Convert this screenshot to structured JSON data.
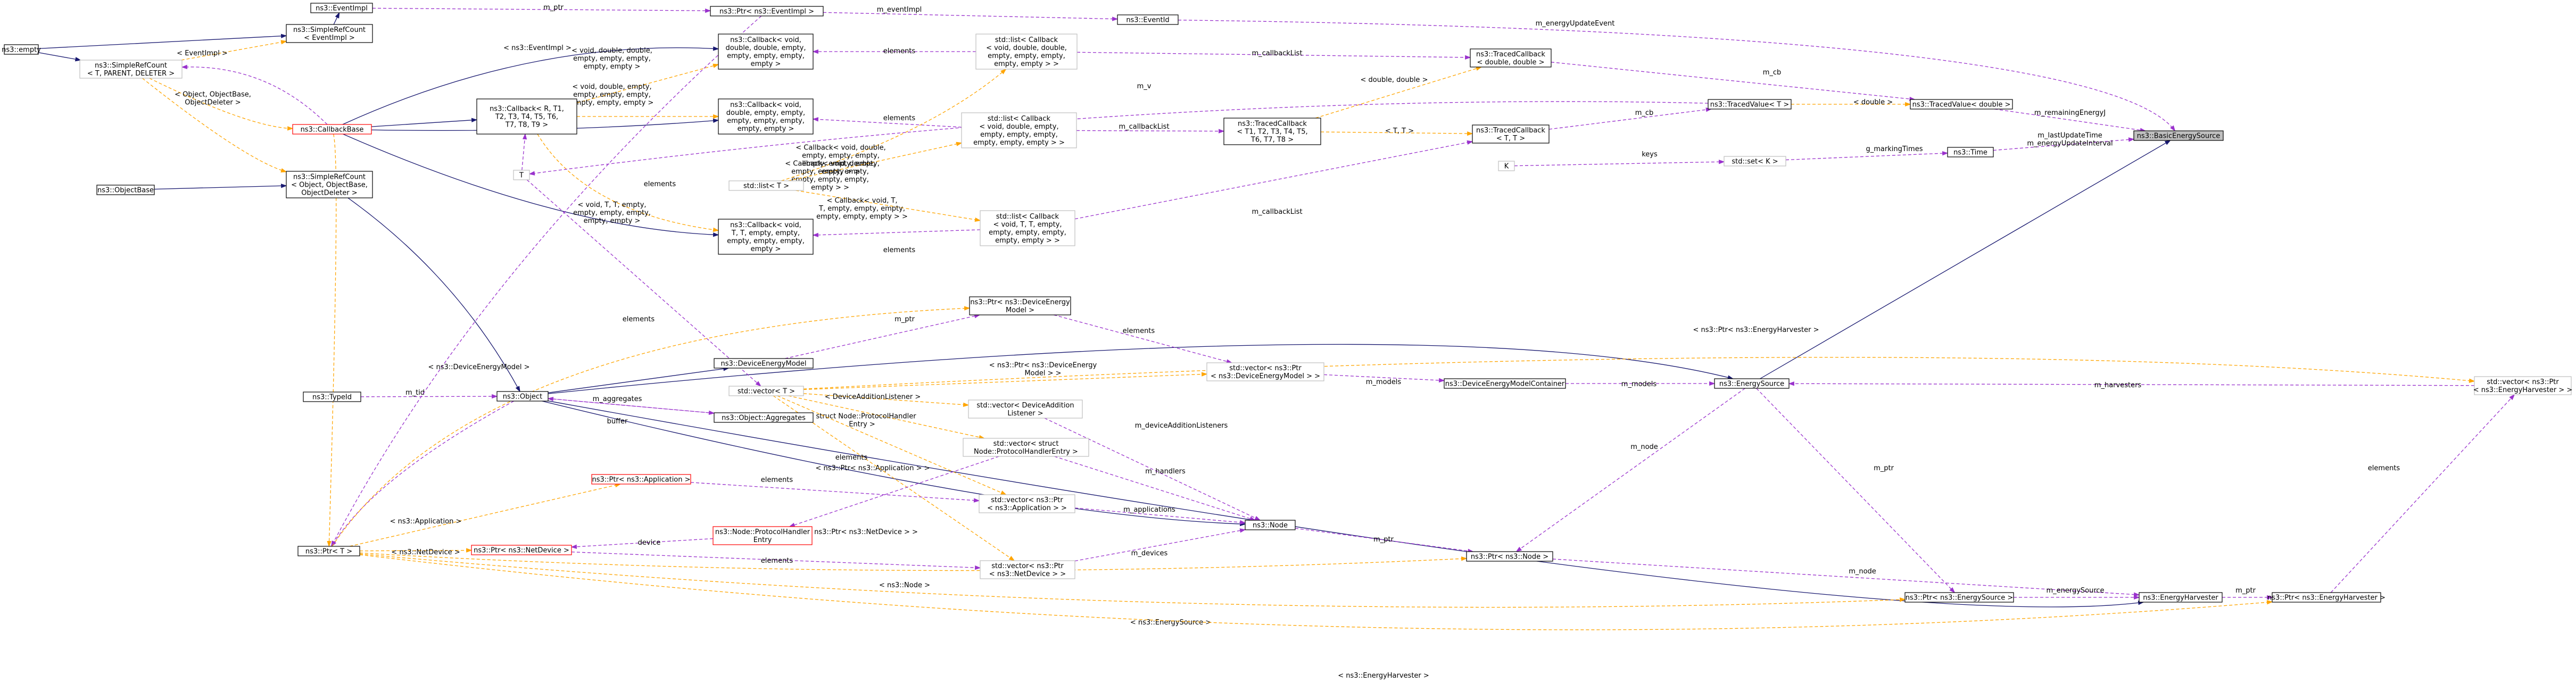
{
  "colors": {
    "inheritance": "#191970",
    "usage": "#9a32cd",
    "template": "#ffa500",
    "target_fill": "#bfbfbf",
    "red_border": "#ff0000",
    "gray_border": "#bfbfbf"
  },
  "nodes": {
    "empty": [
      "ns3::empty"
    ],
    "eventimpl": [
      "ns3::EventImpl"
    ],
    "refcount_eventimpl": [
      "ns3::SimpleRefCount",
      "< EventImpl >"
    ],
    "refcount_tpd": [
      "ns3::SimpleRefCount",
      "< T, PARENT, DELETER >"
    ],
    "callbackbase": [
      "ns3::CallbackBase"
    ],
    "objectbase": [
      "ns3::ObjectBase"
    ],
    "refcount_object": [
      "ns3::SimpleRefCount",
      "< Object, ObjectBase,",
      "ObjectDeleter >"
    ],
    "typeid": [
      "ns3::TypeId"
    ],
    "ptr_eventimpl": [
      "ns3::Ptr< ns3::EventImpl >"
    ],
    "eventid": [
      "ns3::EventId"
    ],
    "cb_double_double": [
      "ns3::Callback< void,",
      "double, double, empty,",
      "empty, empty, empty,",
      "empty >"
    ],
    "cb_template": [
      "ns3::Callback< R, T1,",
      "T2, T3, T4, T5, T6,",
      "T7, T8, T9 >"
    ],
    "cb_void_double": [
      "ns3::Callback< void,",
      "double, empty, empty,",
      "empty, empty, empty,",
      "empty, empty >"
    ],
    "t_param": [
      "T"
    ],
    "cb_void_tt": [
      "ns3::Callback< void,",
      "T, T, empty, empty,",
      "empty, empty, empty,",
      "empty >"
    ],
    "list_cb_dd": [
      "std::list< Callback",
      "< void, double, double,",
      "empty, empty, empty,",
      "empty, empty > >"
    ],
    "list_cb_d": [
      "std::list< Callback",
      "< void, double, empty,",
      "empty, empty, empty,",
      "empty, empty, empty > >"
    ],
    "list_t": [
      "std::list< T >"
    ],
    "list_cb_tt": [
      "std::list< Callback",
      "< void, T, T, empty,",
      "empty, empty, empty,",
      "empty, empty > >"
    ],
    "traced_cb_double": [
      "ns3::TracedCallback",
      "< double, double >"
    ],
    "traced_cb_template": [
      "ns3::TracedCallback",
      "< T1, T2, T3, T4, T5,",
      "T6, T7, T8 >"
    ],
    "traced_cb_tt": [
      "ns3::TracedCallback",
      "< T, T >"
    ],
    "traced_value_t": [
      "ns3::TracedValue< T >"
    ],
    "traced_value_double": [
      "ns3::TracedValue< double >"
    ],
    "k_param": [
      "K"
    ],
    "set_k": [
      "std::set< K >"
    ],
    "time": [
      "ns3::Time"
    ],
    "basic_energy_source": [
      "ns3::BasicEnergySource"
    ],
    "ptr_devmodel": [
      "ns3::Ptr< ns3::DeviceEnergy",
      "Model >"
    ],
    "devmodel": [
      "ns3::DeviceEnergyModel"
    ],
    "object": [
      "ns3::Object"
    ],
    "vector_t": [
      "std::vector< T >"
    ],
    "aggregates": [
      "ns3::Object::Aggregates"
    ],
    "vec_devmodel": [
      "std::vector< ns3::Ptr",
      "< ns3::DeviceEnergyModel > >"
    ],
    "devmodel_container": [
      "ns3::DeviceEnergyModelContainer"
    ],
    "energy_source": [
      "ns3::EnergySource"
    ],
    "vec_harvester": [
      "std::vector< ns3::Ptr",
      "< ns3::EnergyHarvester > >"
    ],
    "vec_listener": [
      "std::vector< DeviceAddition",
      "Listener >"
    ],
    "vec_handler": [
      "std::vector< struct",
      "Node::ProtocolHandlerEntry >"
    ],
    "ptr_application": [
      "ns3::Ptr< ns3::Application >"
    ],
    "vec_application": [
      "std::vector< ns3::Ptr",
      "< ns3::Application > >"
    ],
    "node": [
      "ns3::Node"
    ],
    "protocol_entry": [
      "ns3::Node::ProtocolHandler",
      "Entry"
    ],
    "ptr_t": [
      "ns3::Ptr< T >"
    ],
    "ptr_netdevice": [
      "ns3::Ptr< ns3::NetDevice >"
    ],
    "vec_netdevice": [
      "std::vector< ns3::Ptr",
      "< ns3::NetDevice > >"
    ],
    "ptr_node": [
      "ns3::Ptr< ns3::Node >"
    ],
    "ptr_energysource": [
      "ns3::Ptr< ns3::EnergySource >"
    ],
    "energy_harvester": [
      "ns3::EnergyHarvester"
    ],
    "ptr_harvester": [
      "ns3::Ptr< ns3::EnergyHarvester >"
    ]
  },
  "edge_labels": {
    "m_energyUpdateEvent": [
      "m_energyUpdateEvent"
    ],
    "m_eventImpl": [
      "m_eventImpl"
    ],
    "m_ptr": [
      "m_ptr"
    ],
    "eventimpl_arg": [
      "< EventImpl >"
    ],
    "ptr_eventimpl_arg": [
      "< ns3::EventImpl >"
    ],
    "object_args": [
      "< Object, ObjectBase,",
      "ObjectDeleter >"
    ],
    "elements": [
      "elements"
    ],
    "m_callbackList": [
      "m_callbackList"
    ],
    "m_cb": [
      "m_cb"
    ],
    "double_double_args": [
      "< double, double >"
    ],
    "cb_dd_args": [
      "< void, double, double,",
      "empty, empty, empty,",
      "empty, empty >"
    ],
    "cb_d_args": [
      "< void, double, empty,",
      "empty, empty, empty,",
      "empty, empty, empty >"
    ],
    "cb_d_list_args": [
      "< Callback< void, double,",
      "empty, empty, empty,",
      "empty, empty, empty,",
      "empty > >"
    ],
    "cb_tt_args": [
      "< void, T, T, empty,",
      "empty, empty, empty,",
      "empty, empty >"
    ],
    "cb_tt_list_args": [
      "< Callback< void, double,",
      "empty, empty, empty,",
      "empty, empty, empty,",
      "empty > >"
    ],
    "cb_void_tt_list_args": [
      "< Callback< void, T,",
      "T, empty, empty, empty,",
      "empty, empty, empty > >"
    ],
    "m_v": [
      "m_v"
    ],
    "double_arg": [
      "< double >"
    ],
    "t_t_args": [
      "< T, T >"
    ],
    "m_remainingEnergyJ": [
      "m_remainingEnergyJ"
    ],
    "m_lastUpdateTime": [
      "m_lastUpdateTime",
      "m_energyUpdateInterval"
    ],
    "g_markingTimes": [
      "g_markingTimes"
    ],
    "keys": [
      "keys"
    ],
    "ptr_devmodel_arg": [
      "< ns3::DeviceEnergyModel >"
    ],
    "ptr_harvester_arg": [
      "< ns3::Ptr< ns3::EnergyHarvester >"
    ],
    "vec_devmodel_arg": [
      "< ns3::Ptr< ns3::DeviceEnergy",
      "Model > >"
    ],
    "m_models": [
      "m_models"
    ],
    "m_harvesters": [
      "m_harvesters"
    ],
    "m_tid": [
      "m_tid"
    ],
    "m_aggregates": [
      "m_aggregates"
    ],
    "buffer": [
      "buffer"
    ],
    "listener_arg": [
      "< DeviceAdditionListener >"
    ],
    "handler_arg": [
      "< struct Node::ProtocolHandler",
      "Entry >"
    ],
    "m_deviceAdditionListeners": [
      "m_deviceAdditionListeners"
    ],
    "m_node": [
      "m_node"
    ],
    "m_handlers": [
      "m_handlers"
    ],
    "application_arg": [
      "< ns3::Application >"
    ],
    "vec_application_arg": [
      "< ns3::Ptr< ns3::Application > >"
    ],
    "m_applications": [
      "m_applications"
    ],
    "vec_netdevice_arg": [
      "< ns3::Ptr< ns3::NetDevice > >"
    ],
    "netdevice_arg": [
      "< ns3::NetDevice >"
    ],
    "device": [
      "device"
    ],
    "m_devices": [
      "m_devices"
    ],
    "node_arg": [
      "< ns3::Node >"
    ],
    "m_energySource": [
      "m_energySource"
    ],
    "energysource_arg": [
      "< ns3::EnergySource >"
    ],
    "harvester_arg": [
      "< ns3::EnergyHarvester >"
    ]
  }
}
